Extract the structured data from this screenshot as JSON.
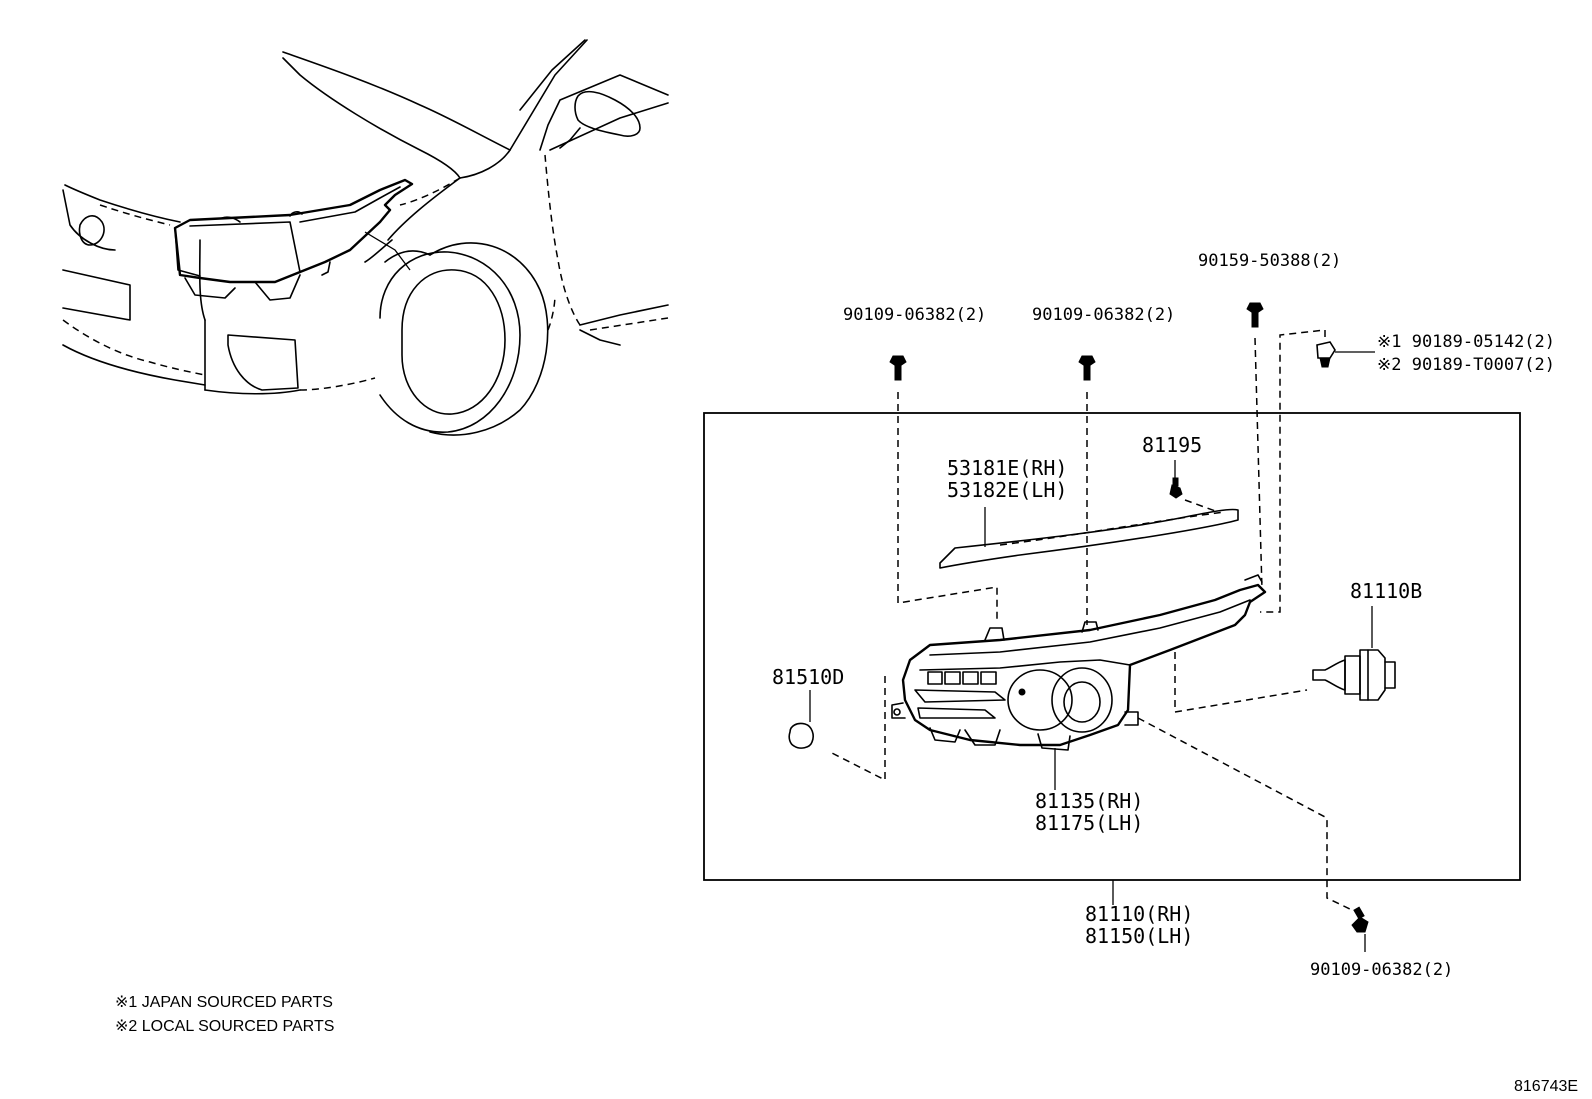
{
  "labels": {
    "bolt_left": "90109-06382(2)",
    "bolt_mid": "90109-06382(2)",
    "screw_top": "90159-50388(2)",
    "clip_j": "※1 90189-05142(2)",
    "clip_l": "※2 90189-T0007(2)",
    "screw_81195": "81195",
    "garnish_rh": "53181E(RH)",
    "garnish_lh": "53182E(LH)",
    "bulb": "81110B",
    "cap": "81510D",
    "socket_rh": "81135(RH)",
    "socket_lh": "81175(LH)",
    "assy_rh": "81110(RH)",
    "assy_lh": "81150(LH)",
    "bolt_bottom": "90109-06382(2)"
  },
  "notes": {
    "japan": "※1 JAPAN SOURCED PARTS",
    "local": "※2 LOCAL SOURCED PARTS"
  },
  "diagram_ref": "816743E"
}
